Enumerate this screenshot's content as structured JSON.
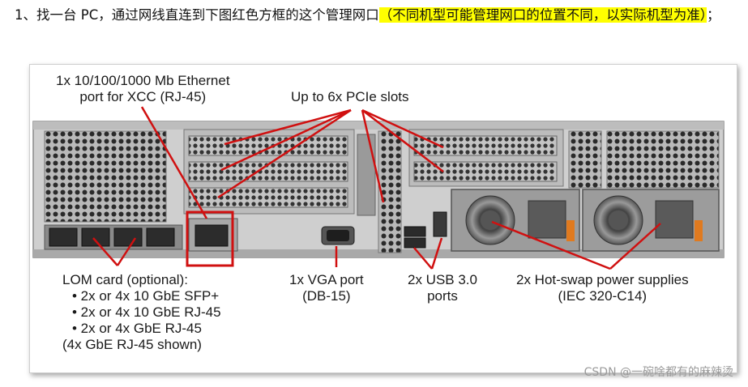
{
  "intro": {
    "prefix": "1、找一台 PC，通过网线直连到下图红色方框的这个管理网口",
    "highlight": "（不同机型可能管理网口的位置不同，以实际机型为准）",
    "suffix": "；"
  },
  "labels": {
    "xcc_line1": "1x 10/100/1000 Mb Ethernet",
    "xcc_line2": "port for XCC (RJ-45)",
    "pcie": "Up to 6x PCIe slots",
    "lom_title": "LOM card (optional):",
    "lom_items": [
      "• 2x or 4x 10 GbE SFP+",
      "• 2x or 4x 10 GbE RJ-45",
      "• 2x or 4x GbE RJ-45"
    ],
    "lom_note": "(4x GbE RJ-45 shown)",
    "vga_line1": "1x VGA port",
    "vga_line2": "(DB-15)",
    "usb_line1": "2x USB 3.0",
    "usb_line2": "ports",
    "psu_line1": "2x Hot-swap power supplies",
    "psu_line2": "(IEC 320-C14)"
  },
  "watermark": "CSDN @一碗啥都有的麻辣烫",
  "colors": {
    "highlight": "#ffff00",
    "callout_red": "#d01010",
    "chassis": "#c9c9c9"
  }
}
